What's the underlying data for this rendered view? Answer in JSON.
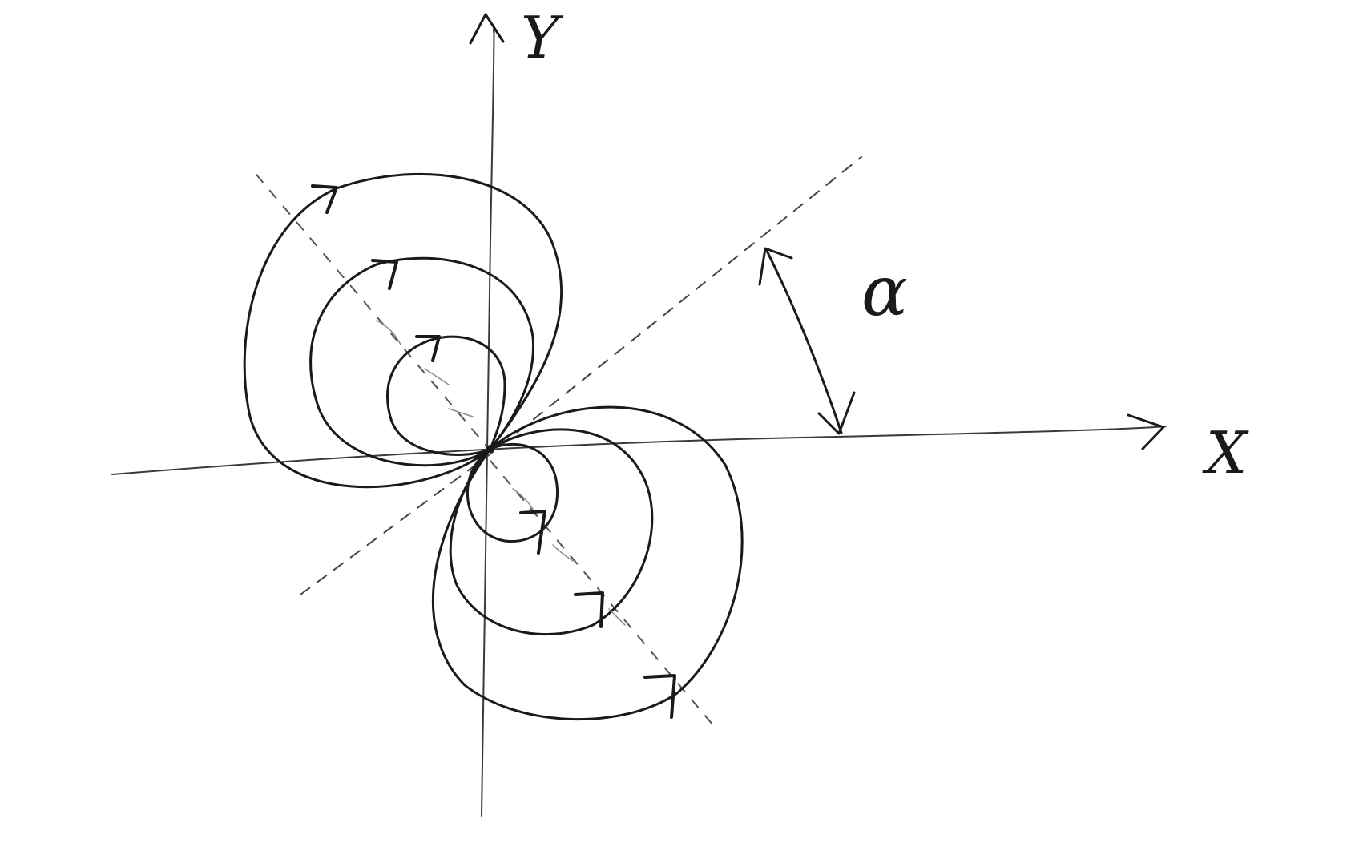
{
  "diagram": {
    "axes": {
      "x_label": "X",
      "y_label": "Y"
    },
    "angle_label": "α",
    "colors": {
      "ink": "#1a1a1a",
      "faint_ink": "#6a6a6a",
      "paper": "#ffffff"
    },
    "lobes": {
      "upper_left_count": 3,
      "lower_right_count": 3
    }
  }
}
